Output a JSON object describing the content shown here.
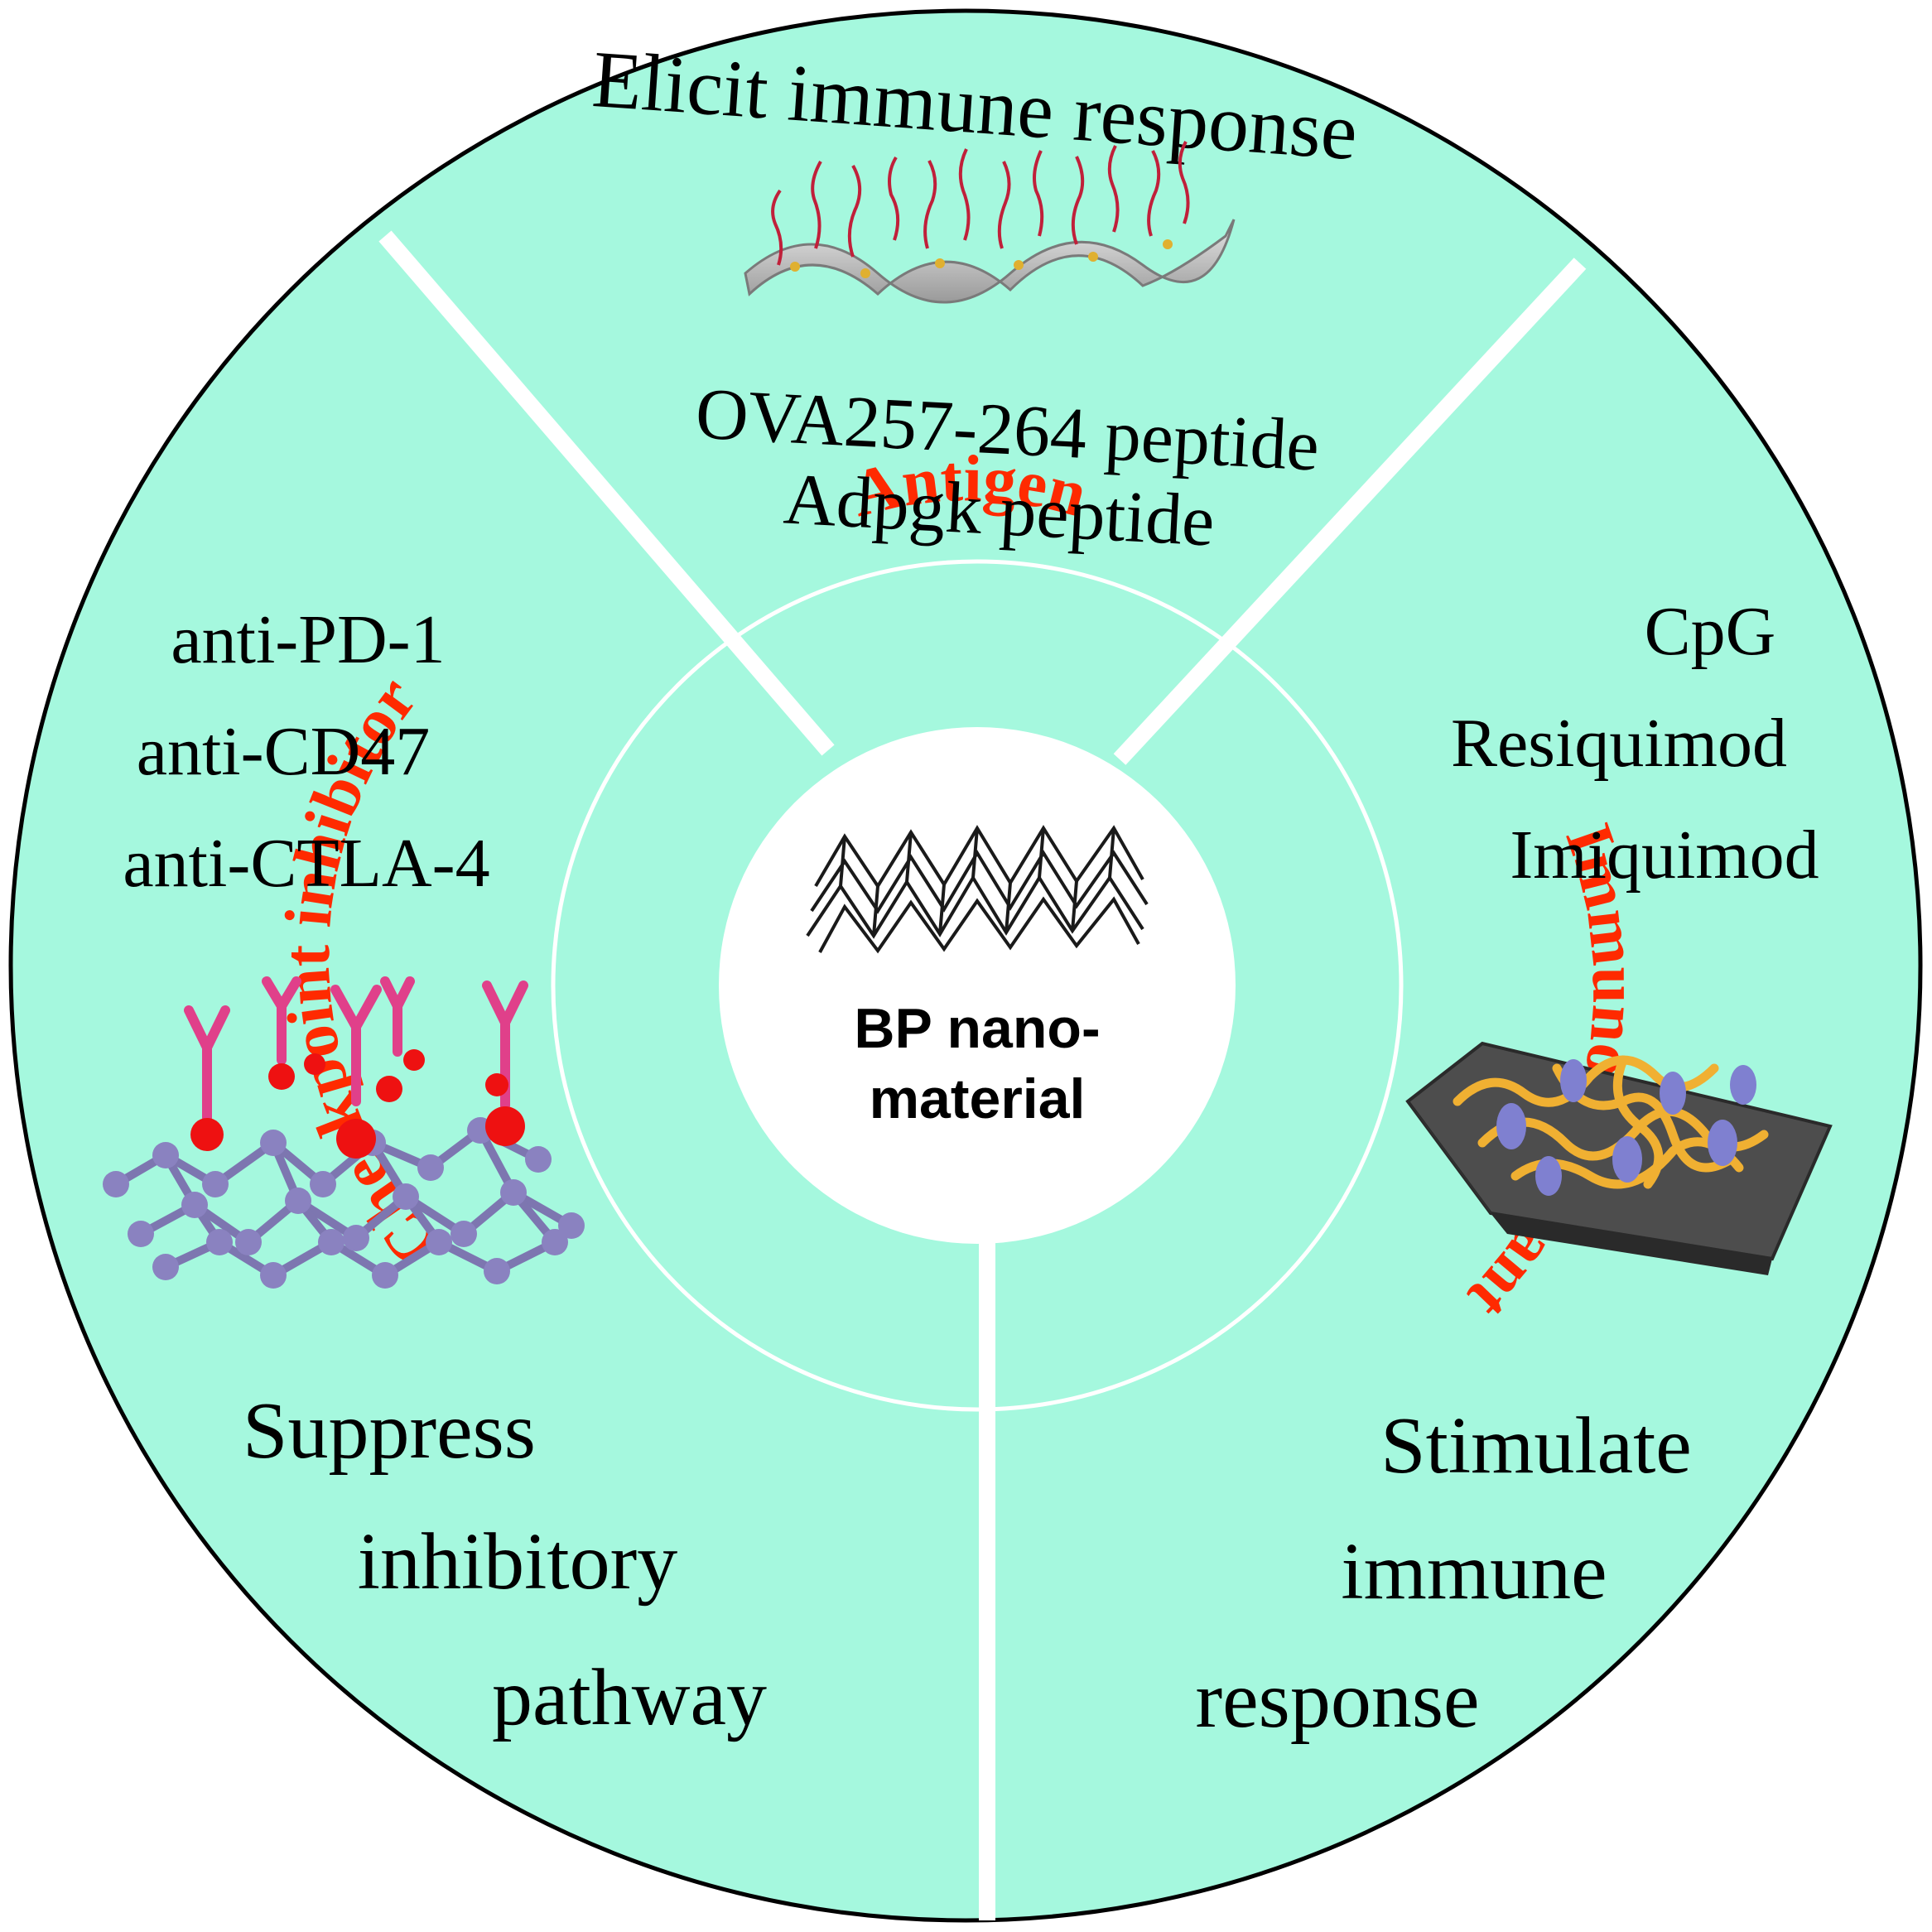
{
  "center": {
    "line1": "BP nano-",
    "line2": "material"
  },
  "ring_labels": {
    "antigen": "Antigen",
    "checkpoint": "Checkpoint inhibitor",
    "immunoadjuvant": "Immunoadjuvant"
  },
  "antigen_sector": {
    "title": "Elicit immune response",
    "items": [
      "OVA257-264 peptide",
      "Adpgk peptide"
    ]
  },
  "checkpoint_sector": {
    "items": [
      "anti-PD-1",
      "anti-CD47",
      "anti-CTLA-4"
    ],
    "caption": [
      "Suppress",
      "inhibitory",
      "pathway"
    ]
  },
  "adjuvant_sector": {
    "items": [
      "CpG",
      "Resiquimod",
      "Imiquimod"
    ],
    "caption": [
      "Stimulate",
      "immune",
      "response"
    ]
  },
  "colors": {
    "disc": "#a5f8de",
    "outline": "#000000",
    "divider": "#ffffff",
    "ring_label": "#ff2a00",
    "center": "#ffffff"
  }
}
